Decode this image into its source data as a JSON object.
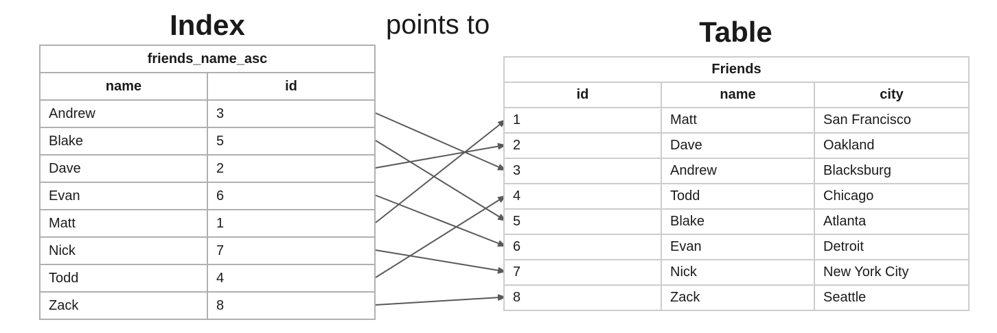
{
  "labels": {
    "index_title": "Index",
    "points_to": "points to",
    "table_title": "Table"
  },
  "index_table": {
    "title": "friends_name_asc",
    "columns": [
      "name",
      "id"
    ],
    "rows": [
      {
        "name": "Andrew",
        "id": "3"
      },
      {
        "name": "Blake",
        "id": "5"
      },
      {
        "name": "Dave",
        "id": "2"
      },
      {
        "name": "Evan",
        "id": "6"
      },
      {
        "name": "Matt",
        "id": "1"
      },
      {
        "name": "Nick",
        "id": "7"
      },
      {
        "name": "Todd",
        "id": "4"
      },
      {
        "name": "Zack",
        "id": "8"
      }
    ]
  },
  "friends_table": {
    "title": "Friends",
    "columns": [
      "id",
      "name",
      "city"
    ],
    "rows": [
      {
        "id": "1",
        "name": "Matt",
        "city": "San Francisco"
      },
      {
        "id": "2",
        "name": "Dave",
        "city": "Oakland"
      },
      {
        "id": "3",
        "name": "Andrew",
        "city": "Blacksburg"
      },
      {
        "id": "4",
        "name": "Todd",
        "city": "Chicago"
      },
      {
        "id": "5",
        "name": "Blake",
        "city": "Atlanta"
      },
      {
        "id": "6",
        "name": "Evan",
        "city": "Detroit"
      },
      {
        "id": "7",
        "name": "Nick",
        "city": "New York City"
      },
      {
        "id": "8",
        "name": "Zack",
        "city": "Seattle"
      }
    ]
  },
  "arrows": [
    {
      "from_name": "Andrew",
      "to_id": "3"
    },
    {
      "from_name": "Blake",
      "to_id": "5"
    },
    {
      "from_name": "Dave",
      "to_id": "2"
    },
    {
      "from_name": "Evan",
      "to_id": "6"
    },
    {
      "from_name": "Matt",
      "to_id": "1"
    },
    {
      "from_name": "Nick",
      "to_id": "7"
    },
    {
      "from_name": "Todd",
      "to_id": "4"
    },
    {
      "from_name": "Zack",
      "to_id": "8"
    }
  ],
  "colors": {
    "arrow": "#595959",
    "index_border": "#b0b0b0",
    "friends_border": "#cccccc",
    "text": "#1a1a1a"
  }
}
